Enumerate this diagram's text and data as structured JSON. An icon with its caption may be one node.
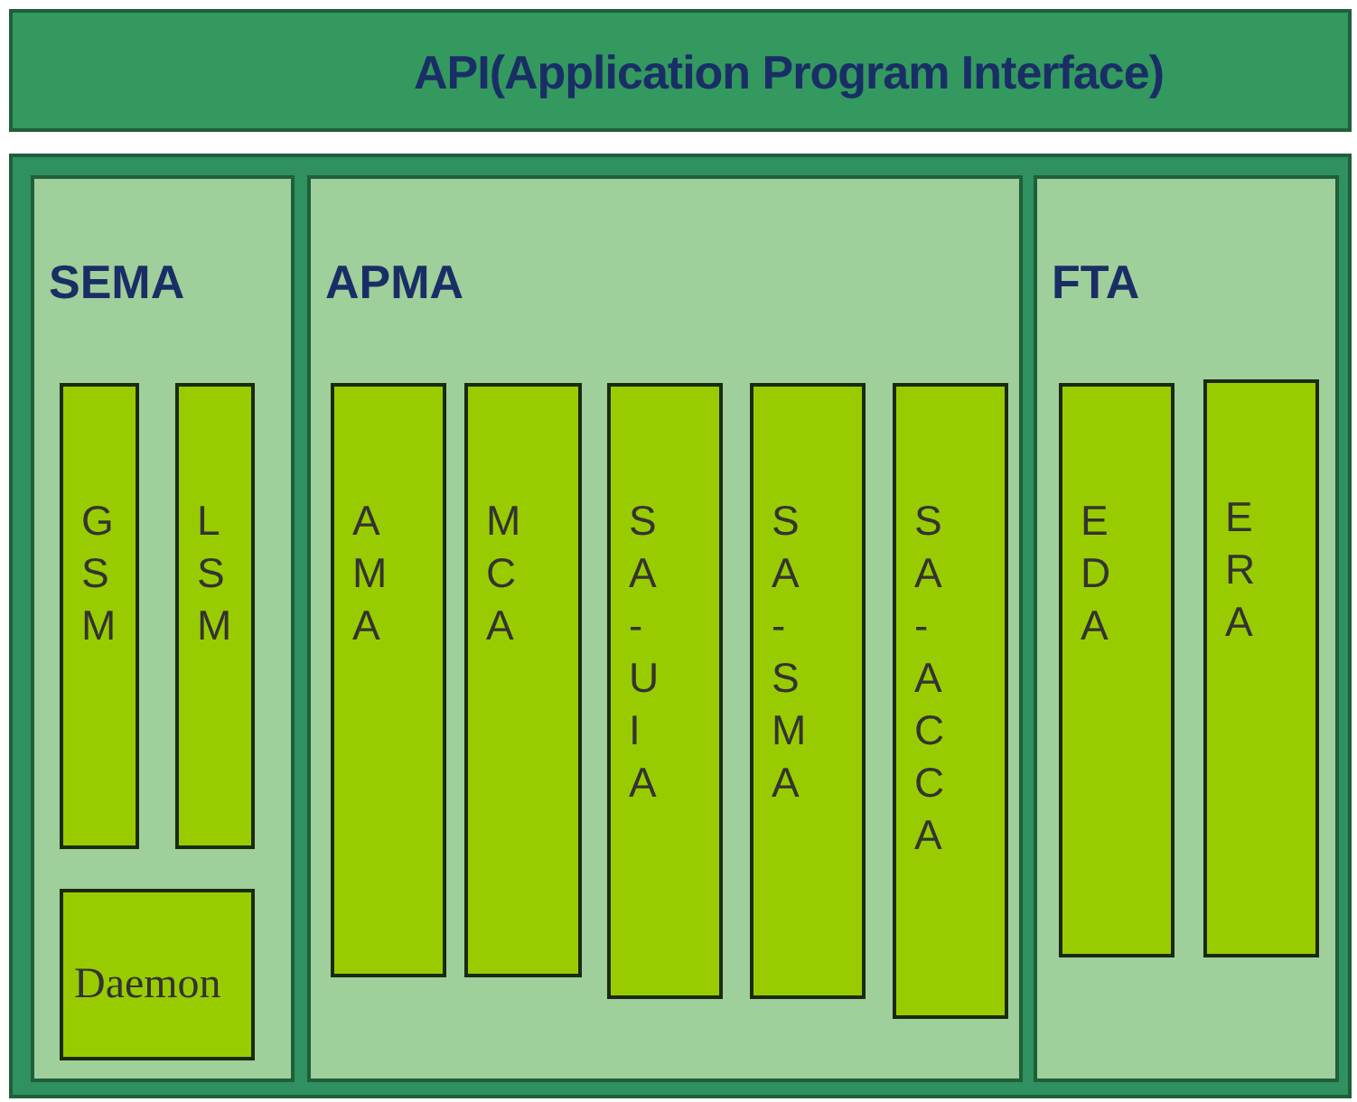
{
  "diagram": {
    "nodes": [
      {
        "text": [
          "API(Application Program Interface)"
        ]
      },
      {
        "text": [
          "SEMA"
        ]
      },
      {
        "text": [
          "GSM"
        ],
        "in": 1
      },
      {
        "text": [
          "LSM"
        ],
        "in": 1
      },
      {
        "text": [
          "Daemon"
        ],
        "in": 1
      },
      {
        "text": [
          "APMA"
        ]
      },
      {
        "text": [
          "AMA"
        ],
        "in": 5
      },
      {
        "text": [
          "MCA"
        ],
        "in": 5
      },
      {
        "text": [
          "SA-UIA"
        ],
        "in": 5
      },
      {
        "text": [
          "SA-SMA"
        ],
        "in": 5
      },
      {
        "text": [
          "SA-ACCA"
        ],
        "in": 5
      },
      {
        "text": [
          "FTA"
        ]
      },
      {
        "text": [
          "EDA"
        ],
        "in": 11
      },
      {
        "text": [
          "ERA"
        ],
        "in": 11
      }
    ],
    "edges": []
  }
}
